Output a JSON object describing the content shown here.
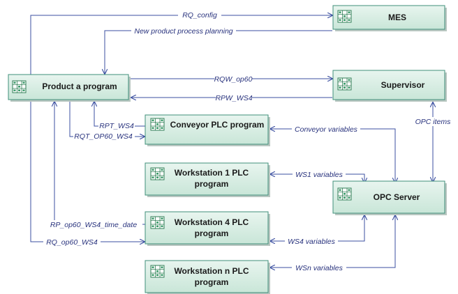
{
  "nodes": {
    "mes": "MES",
    "product_program": "Product a program",
    "supervisor": "Supervisor",
    "conveyor": "Conveyor PLC program",
    "ws1_line1": "Workstation 1 PLC",
    "ws1_line2": "program",
    "opc_server": "OPC Server",
    "ws4_line1": "Workstation 4 PLC",
    "ws4_line2": "program",
    "wsn_line1": "Workstation n PLC",
    "wsn_line2": "program"
  },
  "edges": {
    "rq_config": "RQ_config",
    "new_product": "New product process planning",
    "rqw_op60": "RQW_op60",
    "rpw_ws4": "RPW_WS4",
    "rpt_ws4": "RPT_WS4",
    "rqt_op60_ws4": "RQT_OP60_WS4",
    "conveyor_vars": "Conveyor variables",
    "opc_items": "OPC items",
    "ws1_vars": "WS1 variables",
    "rp_time_date": "RP_op60_WS4_time_date",
    "rq_op60_ws4": "RQ_op60_WS4",
    "ws4_vars": "WS4 variables",
    "wsn_vars": "WSn variables"
  },
  "colors": {
    "box_fill_top": "#e8f5ef",
    "box_fill_bottom": "#c9e6d8",
    "box_border": "#3f8f7a",
    "arrow": "#3b4fa0",
    "label": "#28327d"
  },
  "icons": {
    "program_icon": "grid-document-icon"
  }
}
